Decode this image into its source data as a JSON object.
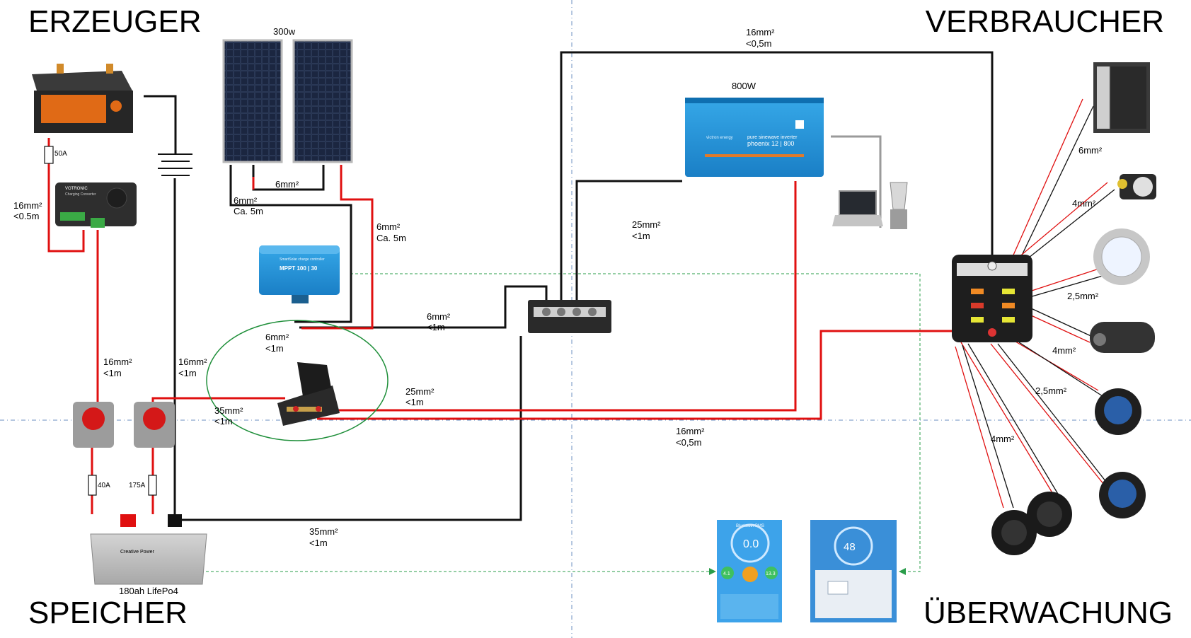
{
  "sections": {
    "producers": "ERZEUGER",
    "consumers": "VERBRAUCHER",
    "storage": "SPEICHER",
    "monitoring": "ÜBERWACHUNG"
  },
  "devices": {
    "solar_power": "300w",
    "inverter_power": "800W",
    "inverter_brand": "victron energy",
    "inverter_line1": "pure sinewave inverter",
    "inverter_line2": "phoenix 12 | 800",
    "mppt_brand": "SmartSolar charge controller",
    "mppt_model": "MPPT 100 | 30",
    "charger_brand": "VOTRONIC",
    "charger_sub": "Charging Converter",
    "battery_label": "180ah LifePo4",
    "battery_brand": "Creative Power",
    "app1_title": "Bluetooth BMS",
    "app1_value": "0.0",
    "app1_badge1": "4.1",
    "app1_badge2": "13.3",
    "app2_value": "48"
  },
  "fuses": {
    "f50": "50A",
    "f40": "40A",
    "f175": "175A"
  },
  "cables": {
    "c_solar_bridge": "6mm²",
    "c_solar_left_1": "6mm²",
    "c_solar_left_2": "Ca. 5m",
    "c_solar_right_1": "6mm²",
    "c_solar_right_2": "Ca. 5m",
    "c_charger_1": "16mm²",
    "c_charger_2": "<0.5m",
    "c_sw1_1": "16mm²",
    "c_sw1_2": "<1m",
    "c_neg_1": "16mm²",
    "c_neg_2": "<1m",
    "c_mppt_1": "6mm²",
    "c_mppt_2": "<1m",
    "c_mppt_bus_1": "6mm²",
    "c_mppt_bus_2": "<1m",
    "c_fuse_1": "35mm²",
    "c_fuse_2": "<1m",
    "c_inv_fuse_1": "25mm²",
    "c_inv_fuse_2": "<1m",
    "c_inv_bus_1": "25mm²",
    "c_inv_bus_2": "<1m",
    "c_top_1": "16mm²",
    "c_top_2": "<0,5m",
    "c_fusebox_1": "16mm²",
    "c_fusebox_2": "<0,5m",
    "c_bat_bus_1": "35mm²",
    "c_bat_bus_2": "<1m",
    "c_fridge": "6mm²",
    "c_pump": "4mm²",
    "c_light": "2,5mm²",
    "c_heater": "4mm²",
    "c_usb": "2,5mm²",
    "c_socket": "4mm²"
  },
  "colors": {
    "positive": "#e01010",
    "negative": "#111111",
    "data_link": "#2a9d4a",
    "axis": "#4a6fa5",
    "victron_blue": "#1e8fd6"
  }
}
